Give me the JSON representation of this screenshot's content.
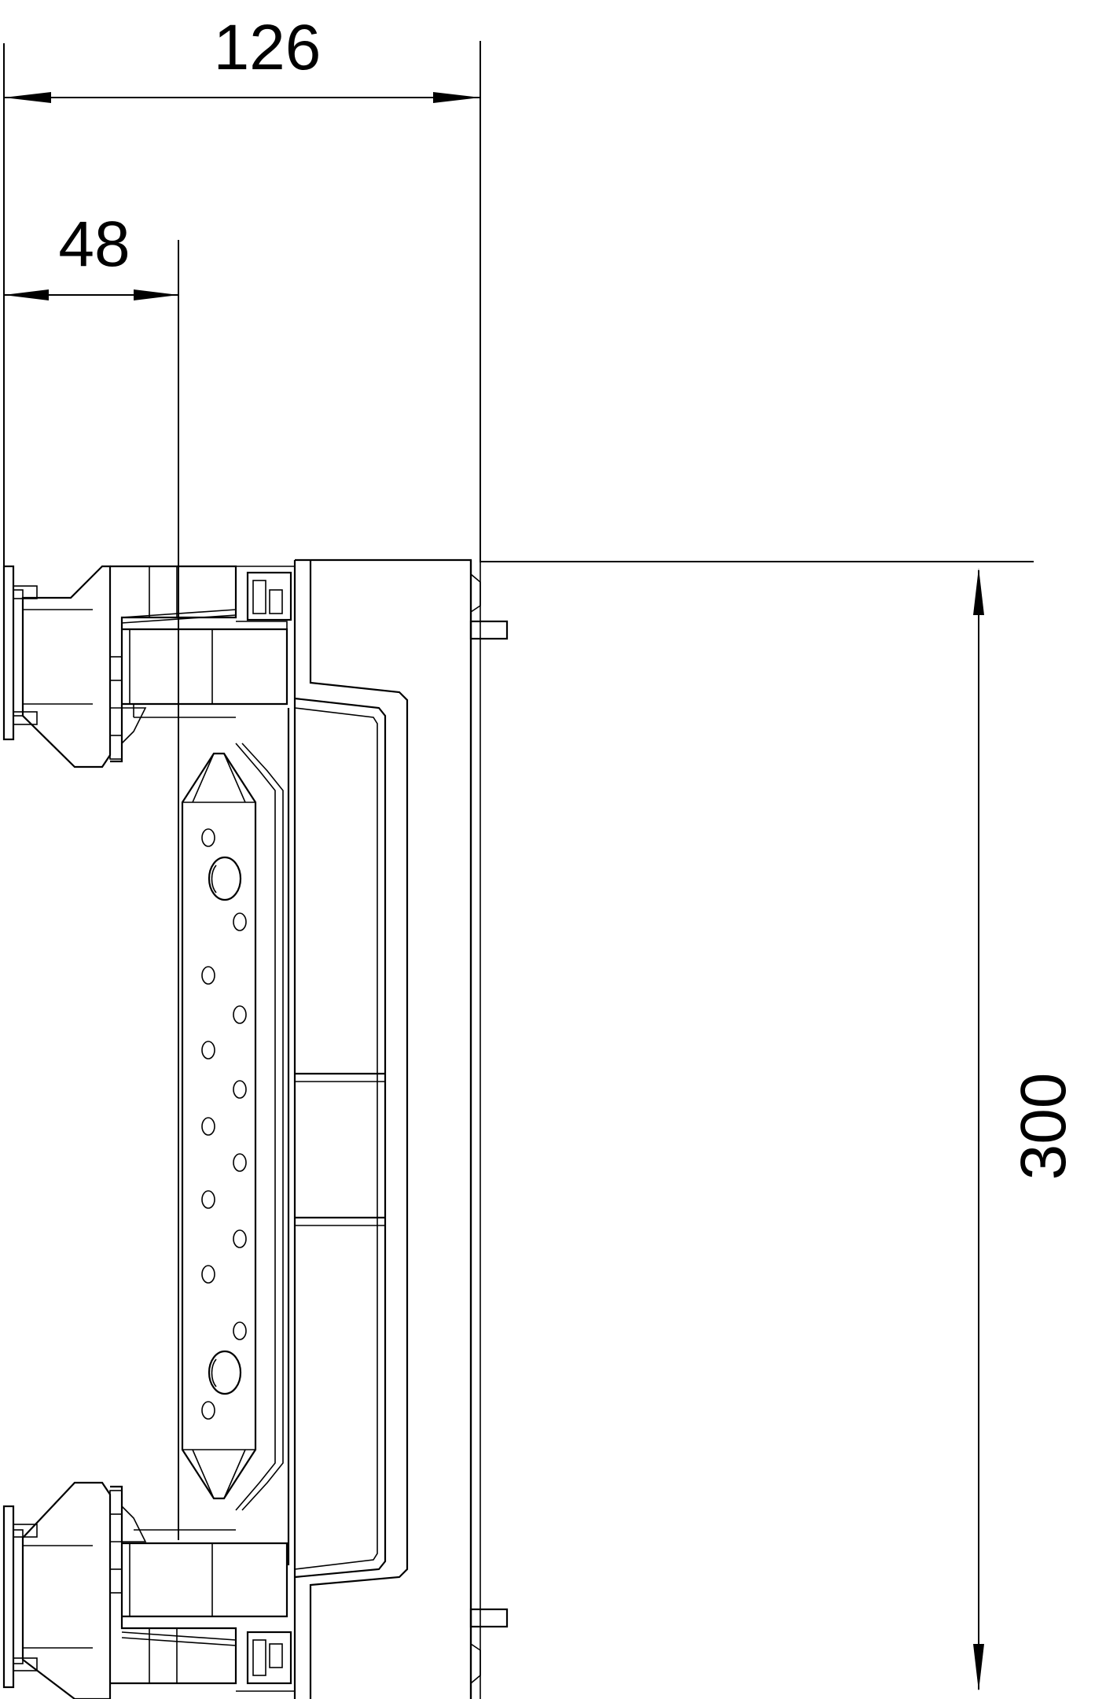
{
  "dimensions": {
    "overall_depth": "126",
    "offset_depth": "48",
    "height": "300"
  }
}
